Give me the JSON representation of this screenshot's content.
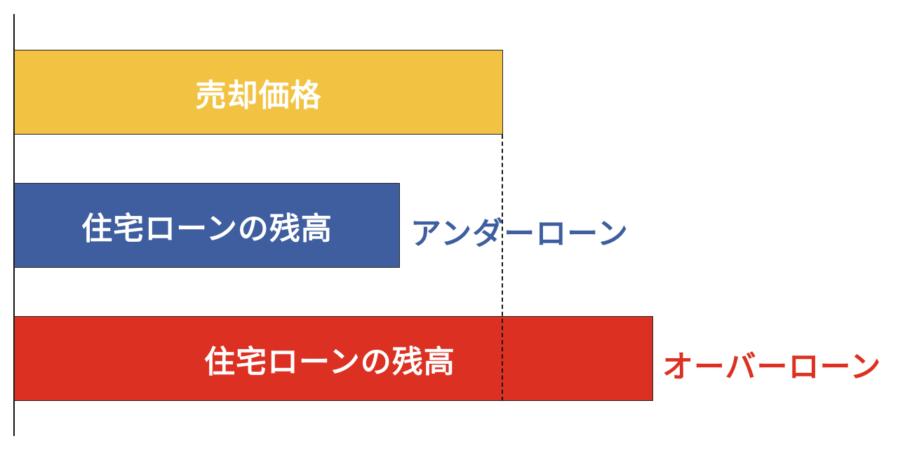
{
  "diagram": {
    "bars": {
      "sale_price": {
        "label": "売却価格",
        "color": "#F2C343"
      },
      "loan_under": {
        "label": "住宅ローンの残高",
        "color": "#3E5E9F"
      },
      "loan_over": {
        "label": "住宅ローンの残高",
        "color": "#DC3122"
      }
    },
    "annotations": {
      "under_loan": {
        "text": "アンダーローン",
        "color": "#3E5E9F"
      },
      "over_loan": {
        "text": "オーバーローン",
        "color": "#DC3122"
      }
    }
  }
}
